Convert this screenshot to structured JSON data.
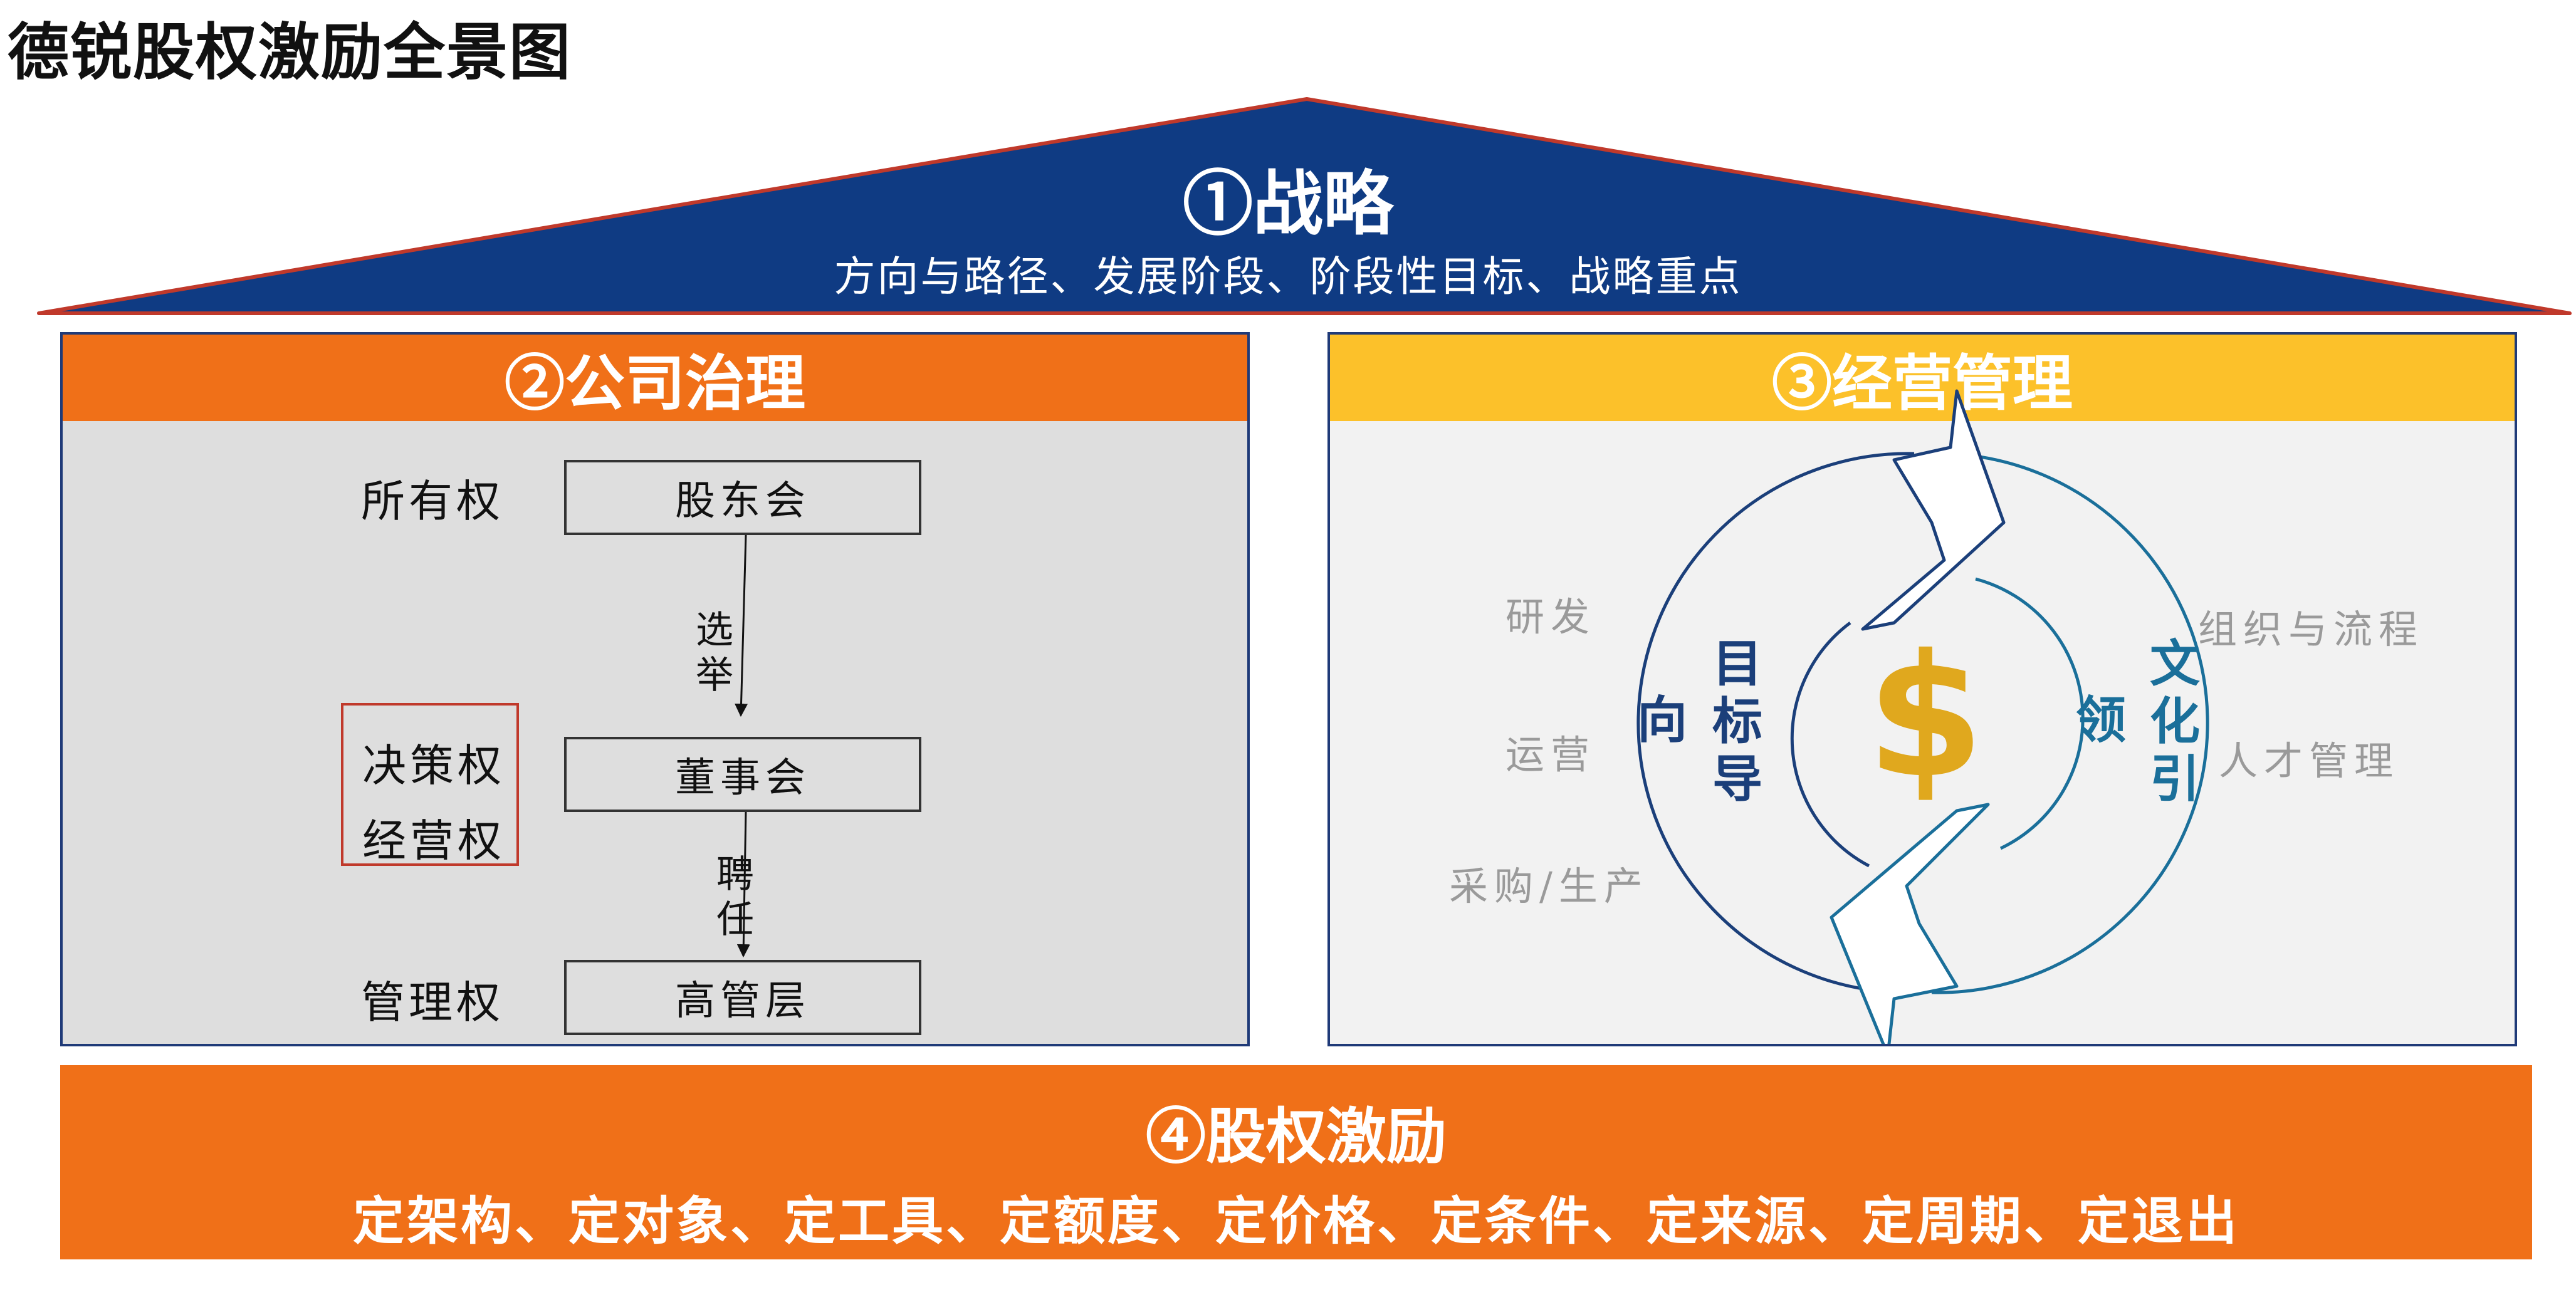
{
  "page_title": "德锐股权激励全景图",
  "strategy": {
    "title": "①战略",
    "subtitle": "方向与路径、发展阶段、阶段性目标、战略重点",
    "color": "#0f3b83"
  },
  "governance": {
    "title": "②公司治理",
    "color": "#f07018",
    "rights": {
      "ownership": "所有权",
      "decision": "决策权",
      "operation": "经营权",
      "management": "管理权"
    },
    "boxes": {
      "shareholders": "股东会",
      "board": "董事会",
      "executives": "高管层"
    },
    "arrows": {
      "elect": [
        "选",
        "举"
      ],
      "appoint": [
        "聘",
        "任"
      ]
    }
  },
  "operations": {
    "title": "③经营管理",
    "color": "#fcc12a",
    "left_items": [
      "研发",
      "运营",
      "采购/生产"
    ],
    "right_items": [
      "组织与流程",
      "人才管理"
    ],
    "goal_oriented": [
      "向",
      "目标导"
    ],
    "culture_led": [
      "领",
      "文化引"
    ],
    "center_icon": "dollar-sign",
    "center_symbol": "$"
  },
  "equity_incentive": {
    "title": "④股权激励",
    "subtitle": "定架构、定对象、定工具、定额度、定价格、定条件、定来源、定周期、定退出",
    "color": "#f07018"
  }
}
